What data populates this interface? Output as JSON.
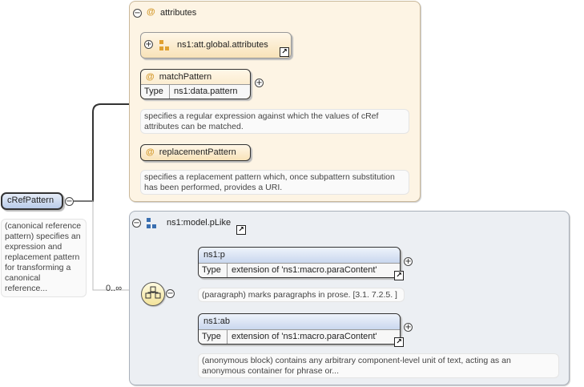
{
  "root": {
    "name": "cRefPattern",
    "doc": "(canonical reference pattern) specifies an expression and replacement pattern for transforming a canonical reference..."
  },
  "attributes_group": {
    "title": "attributes",
    "global_ref": "ns1:att.global.attributes",
    "match_pattern": {
      "name": "matchPattern",
      "type_label": "Type",
      "type_value": "ns1:data.pattern",
      "doc": "specifies a regular expression against which the values of cRef attributes can be matched."
    },
    "replacement_pattern": {
      "name": "replacementPattern",
      "doc": "specifies a replacement pattern which, once subpattern substitution has been performed, provides a URI."
    }
  },
  "model_group": {
    "title": "ns1:model.pLike",
    "cardinality": "0..∞",
    "elements": [
      {
        "name": "ns1:p",
        "type_label": "Type",
        "type_value": "extension of 'ns1:macro.paraContent'",
        "doc": "(paragraph) marks paragraphs in prose. [3.1. 7.2.5. ]"
      },
      {
        "name": "ns1:ab",
        "type_label": "Type",
        "type_value": "extension of 'ns1:macro.paraContent'",
        "doc": "(anonymous block) contains any arbitrary component-level unit of text, acting as an anonymous container for phrase or..."
      }
    ]
  },
  "icons": {
    "collapse": "−",
    "expand": "+",
    "link": "↗"
  },
  "colors": {
    "attr_bg": "#fdf4e4",
    "model_bg": "#eceff3",
    "root_bg": "#c9d7ee",
    "attr_marker": "#d49a2e"
  }
}
